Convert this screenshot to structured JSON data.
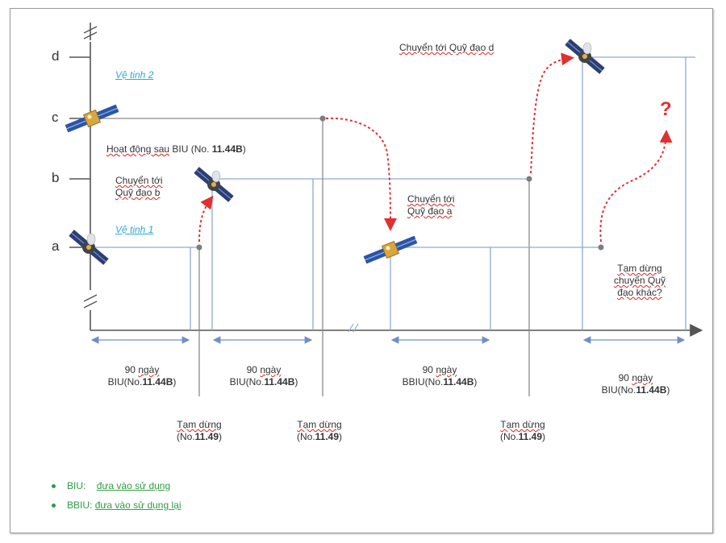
{
  "axis": {
    "levels": [
      "a",
      "b",
      "c",
      "d"
    ]
  },
  "labels": {
    "satellite2": "Vệ tinh 2",
    "satellite1": "Vệ tinh 1",
    "operating_after_biu": "Hoạt động sau BIU (No. 11.44B)",
    "move_to_b_line1": "Chuyển tới",
    "move_to_b_line2": "Quỹ đạo b",
    "move_to_a_line1": "Chuyển tới",
    "move_to_a_line2": "Quỹ đạo a",
    "move_to_d": "Chuyển tới Quỹ đạo d",
    "suspend_other_line1": "Tạm dừng",
    "suspend_other_line2": "chuyển Quỹ",
    "suspend_other_line3": "đạo khác?",
    "question_mark": "?"
  },
  "periods": [
    {
      "line1": "90 ngày",
      "line2_prefix": "BIU(No.",
      "line2_bold": "11.44B",
      "line2_suffix": ")"
    },
    {
      "line1": "90 ngày",
      "line2_prefix": "BIU(No.",
      "line2_bold": "11.44B",
      "line2_suffix": ")"
    },
    {
      "line1": "90 ngày",
      "line2_prefix": "BBIU(No.",
      "line2_bold": "11.44B",
      "line2_suffix": ")"
    },
    {
      "line1": "90 ngày",
      "line2_prefix": "BIU(No.",
      "line2_bold": "11.44B",
      "line2_suffix": ")"
    }
  ],
  "suspensions": [
    {
      "line1": "Tạm dừng",
      "line2_prefix": "(No.",
      "line2_bold": "11.49",
      "line2_suffix": ")"
    },
    {
      "line1": "Tạm dừng",
      "line2_prefix": "(No.",
      "line2_bold": "11.49",
      "line2_suffix": ")"
    },
    {
      "line1": "Tạm dừng",
      "line2_prefix": "(No.",
      "line2_bold": "11.49",
      "line2_suffix": ")"
    }
  ],
  "legend": [
    {
      "term": "BIU:",
      "definition": "đưa vào sử dụng"
    },
    {
      "term": "BBIU:",
      "definition": "đưa vào sử dụng lại"
    }
  ],
  "colors": {
    "axis": "#555555",
    "level_line": "#8fa9cf",
    "gray_line": "#8a8a8a",
    "arrow_red": "#e03030",
    "satellite2_text": "#2aa8d8",
    "legend_green": "#2e9b4a"
  }
}
